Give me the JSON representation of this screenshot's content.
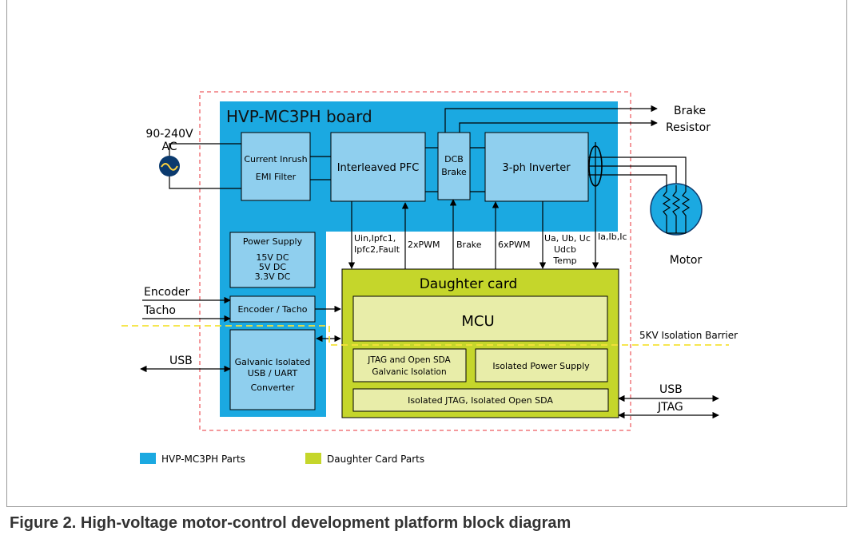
{
  "board": {
    "title": "HVP-MC3PH board",
    "blocks": {
      "inrush": [
        "Current Inrush",
        "EMI Filter"
      ],
      "pfc": "Interleaved PFC",
      "dcb": [
        "DCB",
        "Brake"
      ],
      "inverter": "3-ph Inverter",
      "power": [
        "Power Supply",
        "15V DC",
        "5V DC",
        "3.3V DC"
      ],
      "encoder": "Encoder / Tacho",
      "galvanic": [
        "Galvanic Isolated",
        "USB / UART",
        "Converter"
      ]
    }
  },
  "daughter": {
    "title": "Daughter card",
    "mcu": "MCU",
    "jtag_iso": [
      "JTAG and Open SDA",
      "Galvanic Isolation"
    ],
    "iso_power": "Isolated Power Supply",
    "iso_jtag": "Isolated JTAG, Isolated Open SDA"
  },
  "signals": {
    "uin": [
      "Uin,Ipfc1,",
      "Ipfc2,Fault"
    ],
    "pwm2": "2xPWM",
    "brake": "Brake",
    "pwm6": "6xPWM",
    "uabc": [
      "Ua, Ub, Uc",
      "Udcb",
      "Temp"
    ],
    "iabc": "Ia,Ib,Ic"
  },
  "external": {
    "ac": [
      "90-240V",
      "AC"
    ],
    "brake_resistor": [
      "Brake",
      "Resistor"
    ],
    "motor": "Motor",
    "encoder": "Encoder",
    "tacho": "Tacho",
    "usb_left": "USB",
    "usb_right": "USB",
    "jtag_right": "JTAG",
    "isolation": "5KV Isolation Barrier"
  },
  "legend": {
    "hvp": "HVP-MC3PH Parts",
    "daughter": "Daughter Card Parts"
  },
  "colors": {
    "board": "#1ba9e1",
    "block": "#8fcfee",
    "daughter": "#c5d62b",
    "daughter_inner": "#e8eda9",
    "barrier": "#f5e23a",
    "outline_dashed": "#e8333a",
    "ac_source": "#0b3a6e"
  },
  "caption": "Figure 2.  High-voltage motor-control development platform block diagram"
}
